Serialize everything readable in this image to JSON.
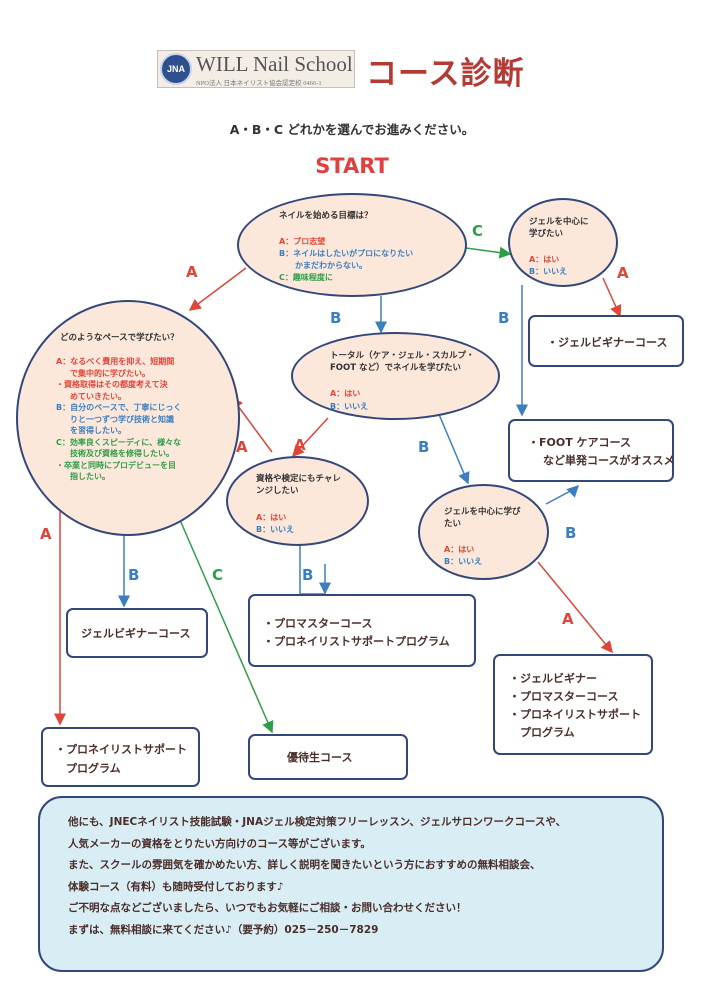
{
  "header": {
    "logo_seal_text": "JNA",
    "logo_name": "WILL Nail School",
    "logo_subtitle": "NPO法人 日本ネイリスト協会認定校 0466-1",
    "page_title": "コース診断",
    "instruction": "A・B・C どれかを選んでお進みください。",
    "start_label": "START"
  },
  "colors": {
    "accent_red": "#e0453a",
    "accent_blue": "#3c7fbe",
    "accent_green": "#2e9e48",
    "node_fill": "#fce7db",
    "node_border": "#34477a",
    "panel_fill": "#d9edf5"
  },
  "nodes": {
    "q1": {
      "question": "ネイルを始める目標は？",
      "options": [
        {
          "text": "A：プロ志望"
        },
        {
          "text": "B：ネイルはしたいがプロになりたい"
        },
        {
          "text": "かまだわからない。"
        },
        {
          "text": "C：趣味程度に"
        }
      ]
    },
    "q_gel_top": {
      "question": [
        "ジェルを中心に",
        "学びたい"
      ],
      "options": [
        {
          "text": "A：はい"
        },
        {
          "text": "B：いいえ"
        }
      ]
    },
    "q_pace": {
      "question": "どのようなペースで学びたい？",
      "lines": [
        {
          "text": "A：なるべく費用を抑え、短期間",
          "col": "a"
        },
        {
          "text": "で集中的に学びたい。",
          "col": "a"
        },
        {
          "text": "・資格取得はその都度考えて決",
          "col": "a"
        },
        {
          "text": "めていきたい。",
          "col": "a"
        },
        {
          "text": "B：自分のペースで、丁寧にじっく",
          "col": "b"
        },
        {
          "text": "りと一つずつ学び技術と知識",
          "col": "b"
        },
        {
          "text": "を習得したい。",
          "col": "b"
        },
        {
          "text": "C：効率良くスピーディに、様々な",
          "col": "c"
        },
        {
          "text": "技術及び資格を修得したい。",
          "col": "c"
        },
        {
          "text": "・卒業と同時にプロデビューを目",
          "col": "c"
        },
        {
          "text": "指したい。",
          "col": "c"
        }
      ]
    },
    "q_total": {
      "question": [
        "トータル（ケア・ジェル・スカルプ・",
        "FOOT など）でネイルを学びたい"
      ],
      "options": [
        {
          "text": "A：はい"
        },
        {
          "text": "B：いいえ"
        }
      ]
    },
    "q_challenge": {
      "question": [
        "資格や検定にもチャレ",
        "ンジしたい"
      ],
      "options": [
        {
          "text": "A：はい"
        },
        {
          "text": "B：いいえ"
        }
      ]
    },
    "q_gel_mid": {
      "question": [
        "ジェルを中心に学び",
        "たい"
      ],
      "options": [
        {
          "text": "A：はい"
        },
        {
          "text": "B：いいえ"
        }
      ]
    }
  },
  "results": {
    "gel_beginner_top": [
      "・ジェルビギナーコース"
    ],
    "foot_care": [
      "・FOOT ケアコース",
      "など単発コースがオススメ"
    ],
    "gel_beginner_left": [
      "ジェルビギナーコース"
    ],
    "pro_master": [
      "・プロマスターコース",
      "・プロネイリストサポートプログラム"
    ],
    "gel_combo": [
      "・ジェルビギナー",
      "・プロマスターコース",
      "・プロネイリストサポート",
      "　プログラム"
    ],
    "pro_support": [
      "・プロネイリストサポート",
      "　プログラム"
    ],
    "preferential": [
      "優待生コース"
    ]
  },
  "arrow_labels": [
    "A",
    "C",
    "B",
    "A",
    "B",
    "A",
    "B",
    "A",
    "B",
    "B",
    "C",
    "B",
    "A"
  ],
  "info": [
    "他にも、JNECネイリスト技能試験・JNAジェル検定対策フリーレッスン、ジェルサロンワークコースや、",
    "人気メーカーの資格をとりたい方向けのコース等がございます。",
    "また、スクールの雰囲気を確かめたい方、詳しく説明を聞きたいという方におすすめの無料相談会、",
    "体験コース（有料）も随時受付しております♪",
    "ご不明な点などございましたら、いつでもお気軽にご相談・お問い合わせください！",
    "まずは、無料相談に来てください♪（要予約）025－250－7829"
  ]
}
